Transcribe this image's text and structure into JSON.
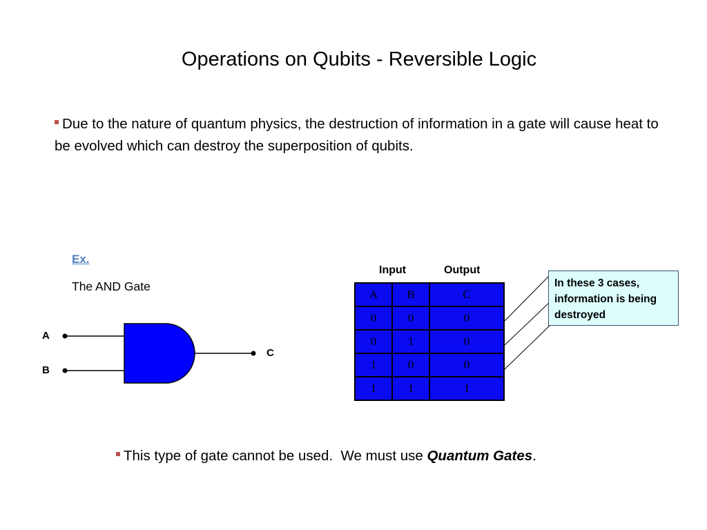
{
  "slide": {
    "title": "Operations on Qubits - Reversible Logic",
    "paragraph": "Due to the nature of quantum physics, the destruction of information in a gate will cause heat to be evolved which can destroy the superposition of qubits.",
    "example_link": "Ex.",
    "gate_title": "The AND Gate",
    "bullet_color": "#c0504d",
    "link_color": "#4f81bd"
  },
  "gate": {
    "input_a": "A",
    "input_b": "B",
    "output": "C",
    "fill_color": "#0000ff"
  },
  "truth_table": {
    "input_label": "Input",
    "output_label": "Output",
    "columns": [
      "A",
      "B",
      "C"
    ],
    "rows": [
      [
        "0",
        "0",
        "0"
      ],
      [
        "0",
        "1",
        "0"
      ],
      [
        "1",
        "0",
        "0"
      ],
      [
        "1",
        "1",
        "1"
      ]
    ],
    "fill_color": "#0b0bf2"
  },
  "callout": {
    "text_line1": "In these 3 cases,",
    "text_line2": "information is being",
    "text_line3": "destroyed",
    "background": "#ddfdfd"
  },
  "conclusion": {
    "text": "This type of gate cannot be used.  We must use ",
    "emphasis": "Quantum Gates",
    "end": "."
  }
}
